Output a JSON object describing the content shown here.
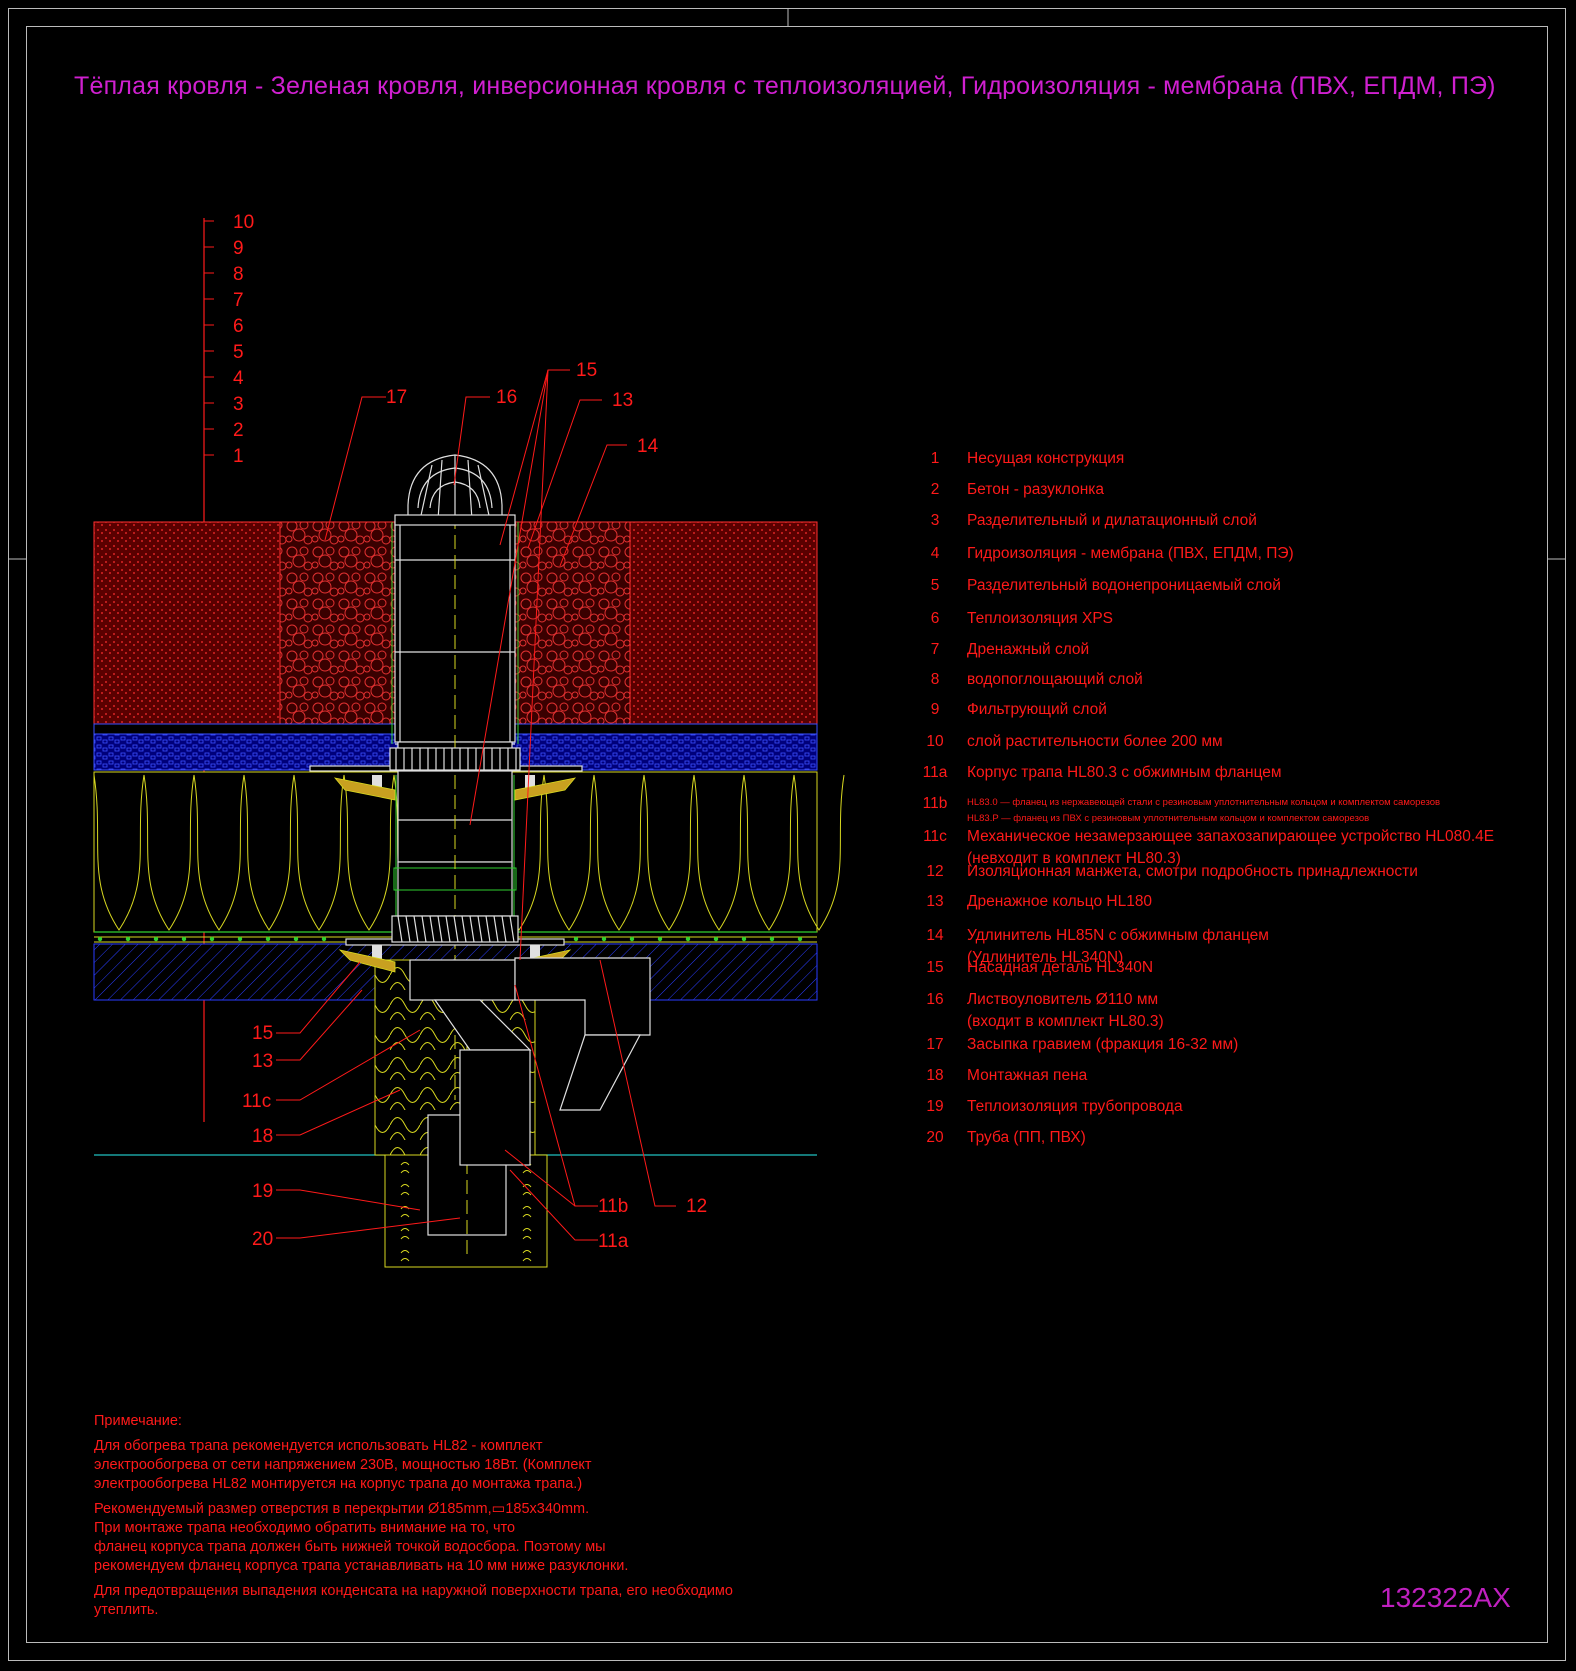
{
  "title": "Тёплая кровля - Зеленая кровля, инверсионная кровля с теплоизоляцией, Гидроизоляция - мембрана (ПВХ, ЕПДМ, ПЭ)",
  "drawing_code": "132322AX",
  "colors": {
    "background": "#000000",
    "title": "#d020d0",
    "annotation": "#ff1a1a",
    "insulation": "#d8d820",
    "drain": "#e0e0e0",
    "hatch_blue": "#2a3cff",
    "gravel": "#e03030",
    "ground_line": "#20c0c0",
    "green_detail": "#30d030"
  },
  "layer_scale": [
    "10",
    "9",
    "8",
    "7",
    "6",
    "5",
    "4",
    "3",
    "2",
    "1"
  ],
  "callouts": {
    "c17": "17",
    "c16": "16",
    "c15top": "15",
    "c13top": "13",
    "c14": "14",
    "c15": "15",
    "c13": "13",
    "c11c": "11c",
    "c18": "18",
    "c19": "19",
    "c20": "20",
    "c11b": "11b",
    "c11a": "11a",
    "c12": "12"
  },
  "legend": [
    {
      "num": "1",
      "text": "Несущая конструкция"
    },
    {
      "num": "2",
      "text": "Бетон - разуклонка"
    },
    {
      "num": "3",
      "text": "Разделительный и дилатационный слой"
    },
    {
      "num": "4",
      "text": "Гидроизоляция - мембрана (ПВХ, ЕПДМ, ПЭ)"
    },
    {
      "num": "5",
      "text": "Разделительный водонепроницаемый слой"
    },
    {
      "num": "6",
      "text": "Теплоизоляция XPS"
    },
    {
      "num": "7",
      "text": "Дренажный слой"
    },
    {
      "num": "8",
      "text": "водопоглощающий слой"
    },
    {
      "num": "9",
      "text": "Фильтрующий слой"
    },
    {
      "num": "10",
      "text": "слой растительности более 200 мм"
    },
    {
      "num": "11a",
      "text": "Корпус трапа HL80.3 с обжимным фланцем"
    },
    {
      "num": "11b",
      "text": "HL83.0 — фланец из нержавеющей стали с резиновым уплотнительным кольцом и комплектом саморезов",
      "text2": "HL83.P — фланец из ПВХ с резиновым уплотнительным кольцом и комплектом саморезов",
      "small": true
    },
    {
      "num": "11c",
      "text": "Механическое незамерзающее запахозапирающее устройство HL080.4E",
      "text2": "(невходит в комплект HL80.3)"
    },
    {
      "num": "12",
      "text": "Изоляционная  манжета, смотри подробность принадлежности"
    },
    {
      "num": "13",
      "text": "Дренажное кольцо HL180"
    },
    {
      "num": "14",
      "text": "Удлинитель HL85N с обжимным фланцем",
      "text2": "(Удлинитель HL340N)"
    },
    {
      "num": "15",
      "text": "Насадная деталь HL340N"
    },
    {
      "num": "16",
      "text": "Листвоуловитель Ø110 мм",
      "text2": "(входит в комплект HL80.3)"
    },
    {
      "num": "17",
      "text": "Засыпка гравием (фракция 16-32 мм)"
    },
    {
      "num": "18",
      "text": "Монтажная пена"
    },
    {
      "num": "19",
      "text": "Теплоизоляция трубопровода"
    },
    {
      "num": "20",
      "text": "Труба (ПП, ПВХ)"
    }
  ],
  "notes": {
    "heading": "Примечание:",
    "p1": "Для обогрева трапа рекомендуется использовать HL82 - комплект\nэлектрообогрева от сети напряжением 230В, мощностью 18Вт. (Комплект\nэлектрообогрева HL82 монтируется на корпус трапа до монтажа трапа.)",
    "p2": "Рекомендуемый размер отверстия в перекрытии Ø185mm,▭185x340mm.\nПри монтаже трапа необходимо обратить внимание на то, что\nфланец корпуса трапа должен быть нижней точкой водосбора. Поэтому мы\nрекомендуем фланец корпуса трапа устанавливать на 10 мм ниже разуклонки.",
    "p3": "Для предотвращения выпадения конденсата на наружной поверхности трапа, его необходимо утеплить."
  }
}
